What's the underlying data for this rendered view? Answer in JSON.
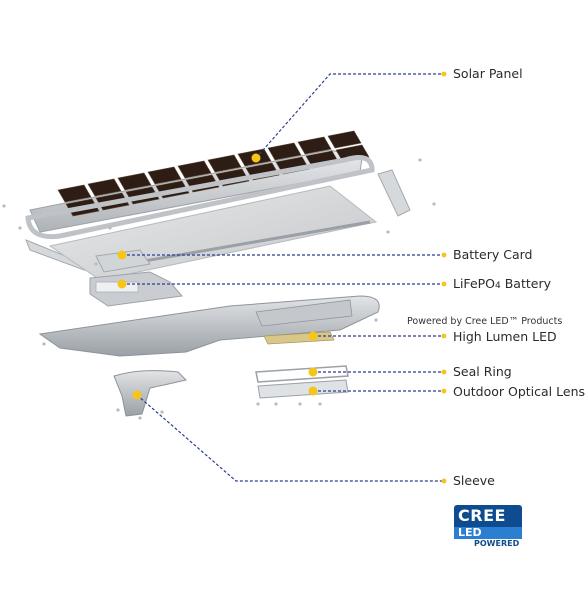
{
  "labels": {
    "solar_panel": "Solar Panel",
    "battery_card": "Battery Card",
    "battery_main": "LiFePO",
    "battery_sub": "4",
    "battery_rest": " Battery",
    "powered_by": "Powered by Cree LED™ Products",
    "high_lumen_led": "High Lumen LED",
    "seal_ring": "Seal Ring",
    "optical_lens": "Outdoor Optical Lens",
    "sleeve": "Sleeve"
  },
  "logo": {
    "word": "CREE",
    "led": "LED",
    "powered": "POWERED"
  },
  "colors": {
    "leader_line": "#2a3f8f",
    "marker": "#f5c518",
    "cell": "#2e1d14",
    "frame": "#cfd3d6",
    "brand_dark": "#0f4b8f",
    "brand_light": "#2b7fd1"
  }
}
